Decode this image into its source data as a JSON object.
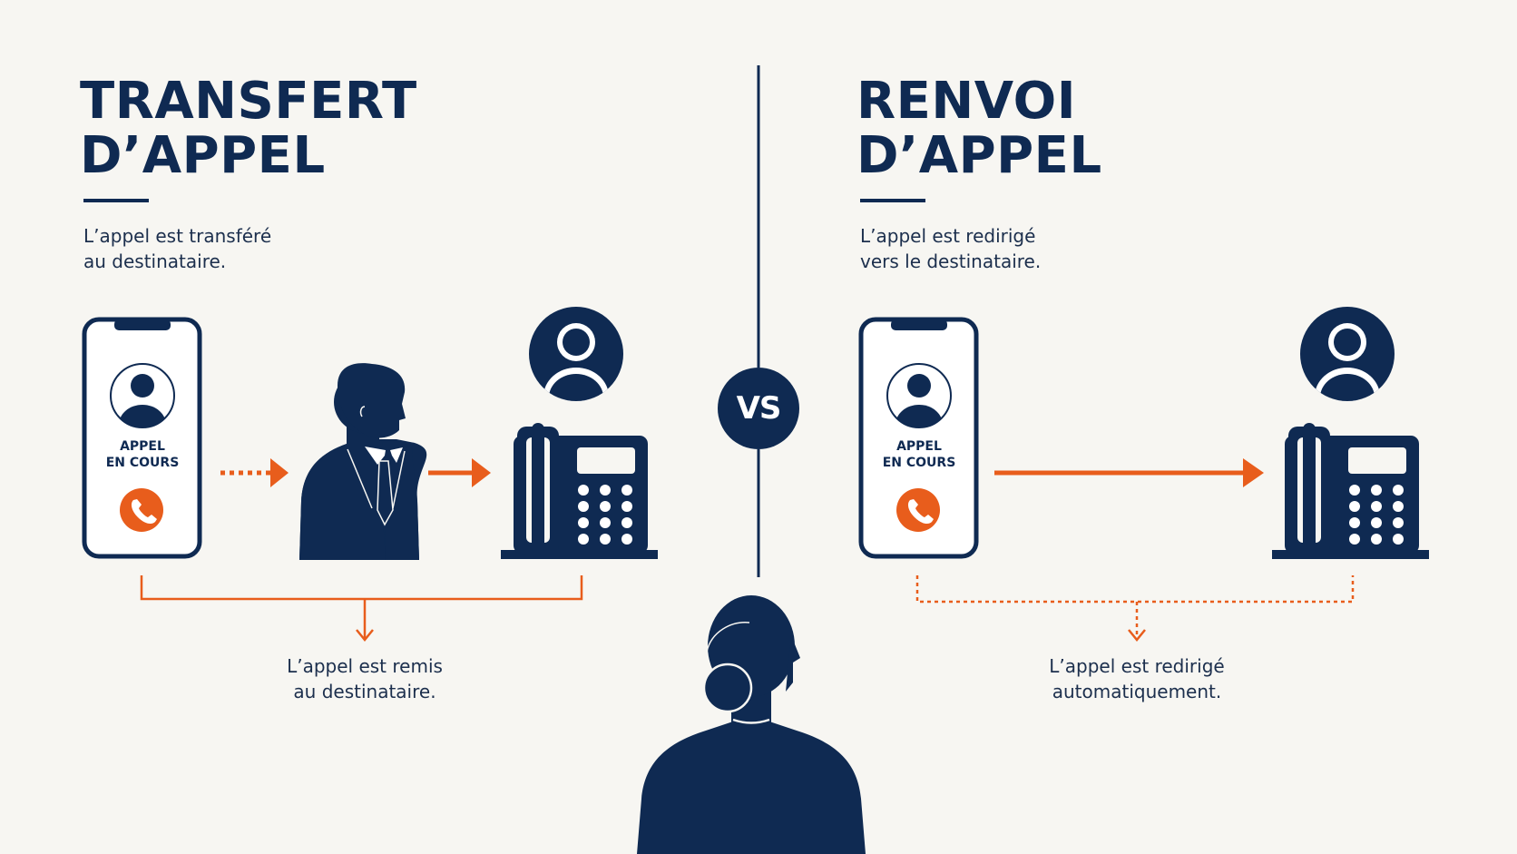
{
  "colors": {
    "navy": "#0f2a52",
    "accent": "#e85d1c",
    "background": "#f7f6f2"
  },
  "left": {
    "title_line1": "TRANSFERT",
    "title_line2": "D’APPEL",
    "desc_line1": "L’appel est transféré",
    "desc_line2": "au destinataire.",
    "phone_status_line1": "APPEL",
    "phone_status_line2": "EN COURS",
    "caption_line1": "L’appel est remis",
    "caption_line2": "au destinataire."
  },
  "center": {
    "vs_label": "VS"
  },
  "right": {
    "title_line1": "RENVOI",
    "title_line2": "D’APPEL",
    "desc_line1": "L’appel est redirigé",
    "desc_line2": "vers le destinataire.",
    "phone_status_line1": "APPEL",
    "phone_status_line2": "EN COURS",
    "caption_line1": "L’appel est redirigé",
    "caption_line2": "automatiquement."
  },
  "icons": [
    "smartphone-icon",
    "user-avatar-icon",
    "phone-handset-icon",
    "businessman-silhouette-icon",
    "desk-phone-icon",
    "recipient-avatar-icon",
    "arrow-right-icon",
    "dotted-arrow-icon",
    "bracket-arrow-down-icon",
    "receptionist-silhouette-icon"
  ]
}
